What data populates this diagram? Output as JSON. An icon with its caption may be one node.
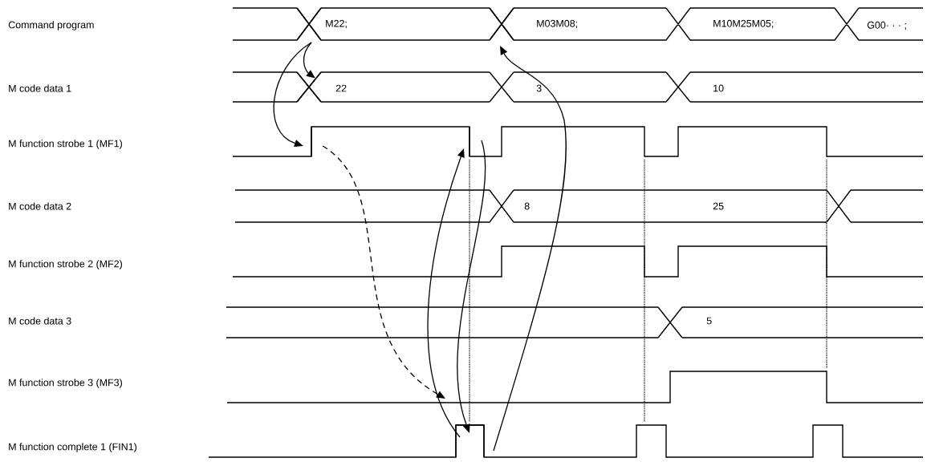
{
  "diagram": {
    "nodes": [
      {
        "text": [],
        "shape": "cross"
      },
      {
        "text": [],
        "shape": "cross"
      },
      {
        "text": [],
        "shape": "cross"
      },
      {
        "text": [],
        "shape": "bar"
      },
      {
        "text": [],
        "shape": "bar"
      },
      {
        "text": [],
        "shape": "pulse"
      }
    ],
    "edges": [
      {
        "from": 0,
        "to": 2,
        "arrow": "to"
      },
      {
        "from": 0,
        "to": 3,
        "arrow": "to"
      },
      {
        "from": 3,
        "to": 5,
        "arrow": "to",
        "style": "dashed"
      },
      {
        "from": 5,
        "to": 4,
        "arrow": "to"
      },
      {
        "from": 4,
        "to": 5,
        "arrow": "to"
      },
      {
        "from": 5,
        "to": 1,
        "arrow": "to"
      }
    ],
    "labels": [
      "Command program",
      "M22;",
      "M03M08;",
      "M10M25M05;",
      "G00· · · ;",
      "M code data 1",
      "22",
      "3",
      "10",
      "M function strobe 1 (MF1)",
      "M code data 2",
      "8",
      "25",
      "M function strobe 2 (MF2)",
      "M code data 3",
      "5",
      "M function strobe 3 (MF3)",
      "M function complete 1 (FIN1)"
    ]
  }
}
